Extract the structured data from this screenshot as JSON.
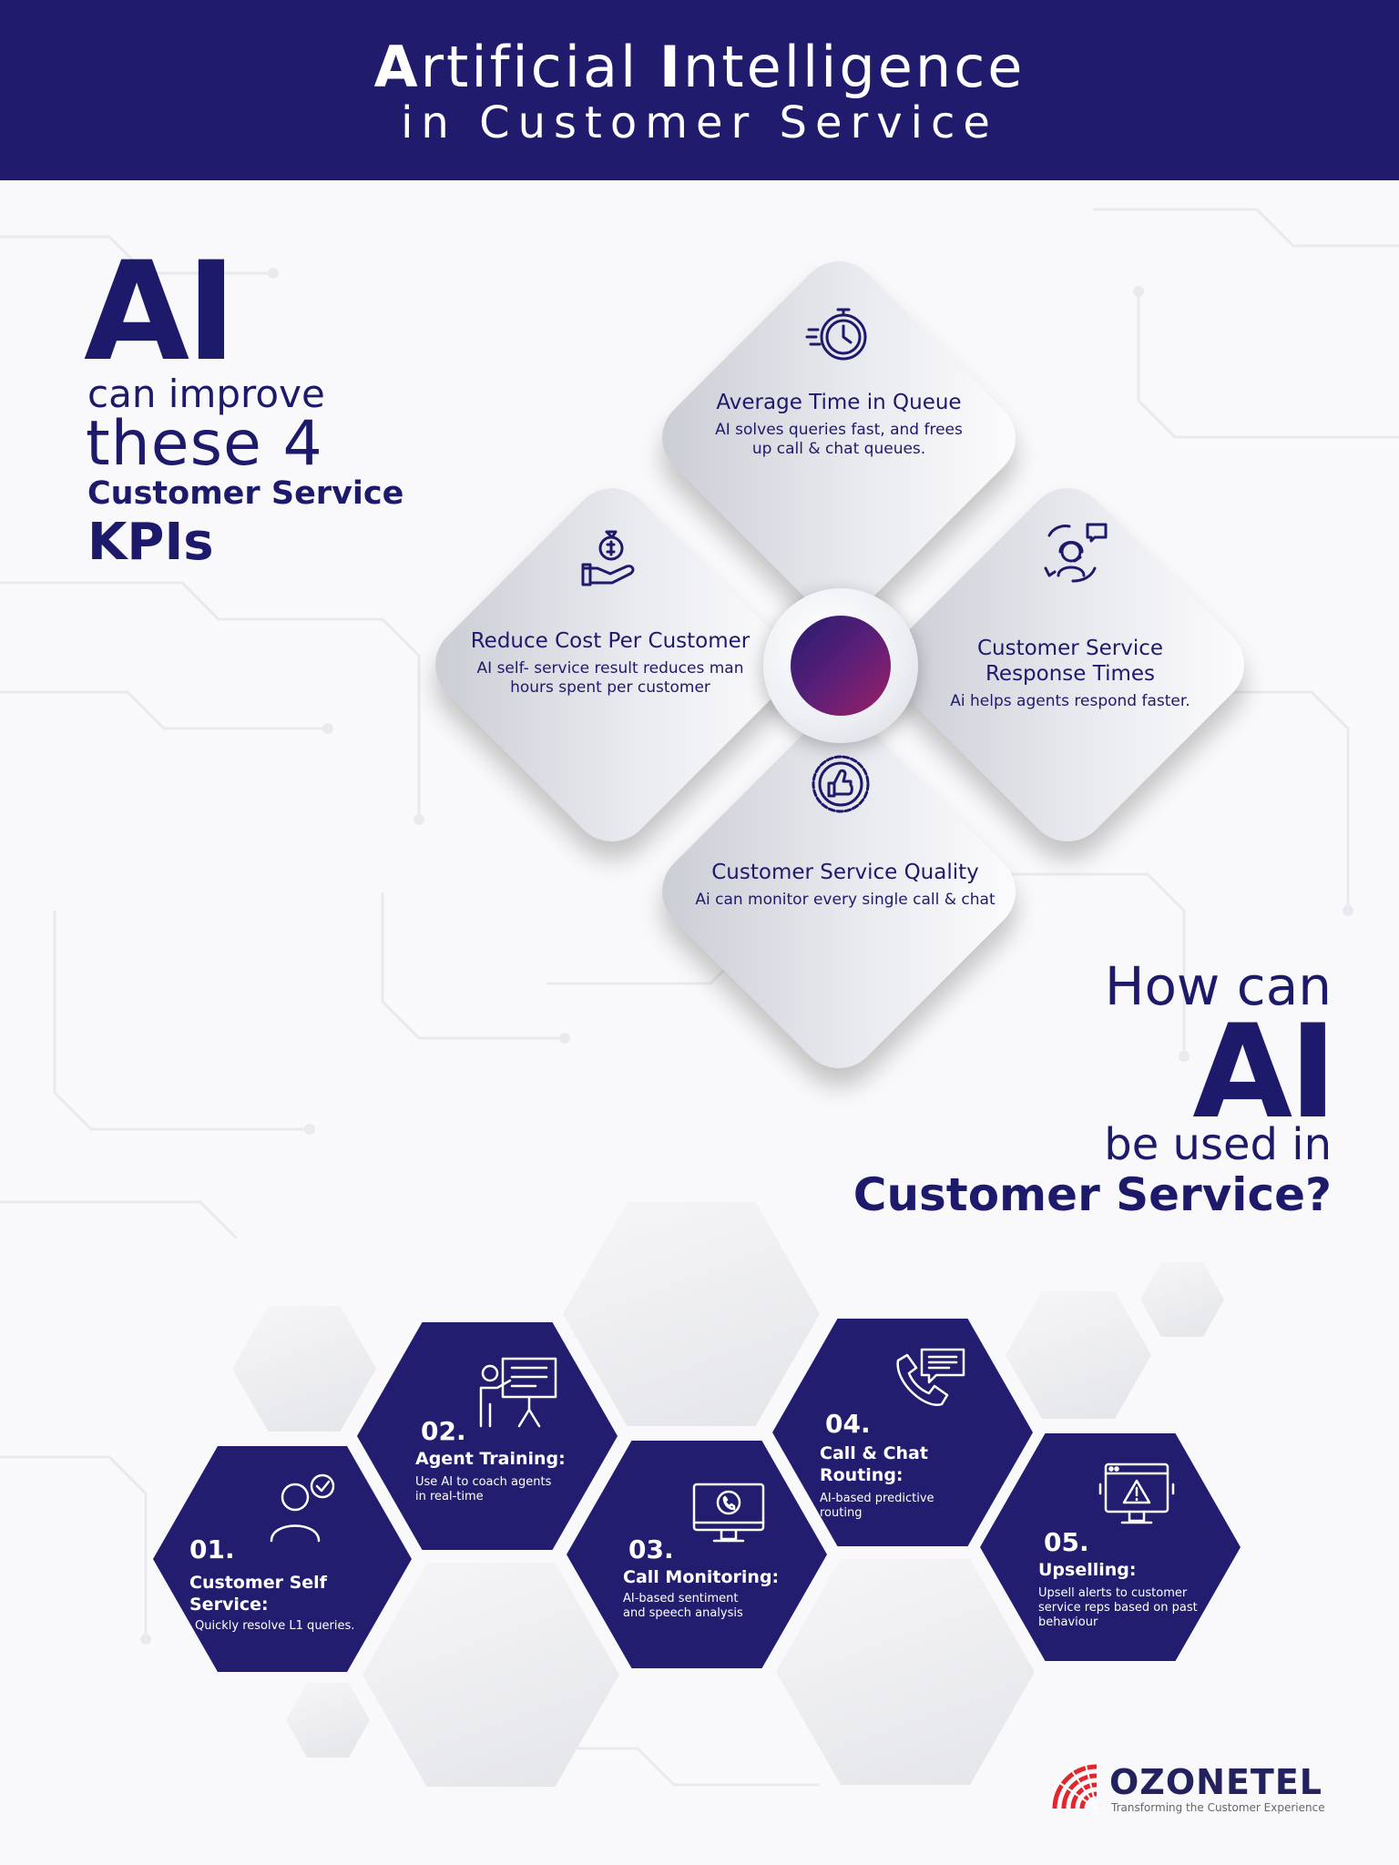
{
  "header": {
    "title_cap1": "A",
    "title_rest1": "rtificial ",
    "title_cap2": "I",
    "title_rest2": "ntelligence",
    "subtitle": "in Customer Service"
  },
  "kpi_heading": {
    "big": "AI",
    "line1": "can improve",
    "line2": "these 4",
    "line3": "Customer Service",
    "line4": "KPIs"
  },
  "kpis": [
    {
      "title": "Average Time in Queue",
      "desc": "AI solves queries fast, and frees up call & chat queues.",
      "icon": "stopwatch-icon"
    },
    {
      "title": "Reduce Cost Per Customer",
      "desc": "AI self- service result  reduces man hours spent per customer",
      "icon": "money-hand-icon"
    },
    {
      "title": "Customer Service Response Times",
      "desc": "Ai helps agents respond faster.",
      "icon": "headset-agent-icon"
    },
    {
      "title": "Customer Service Quality",
      "desc": "Ai can monitor every single  call & chat",
      "icon": "thumbs-up-badge-icon"
    }
  ],
  "usage_heading": {
    "line1": "How can",
    "big": "AI",
    "line2": "be used in",
    "line3": "Customer Service?"
  },
  "uses": [
    {
      "num": "01.",
      "title": "Customer Self Service:",
      "desc": "Quickly resolve L1 queries.",
      "icon": "person-check-icon"
    },
    {
      "num": "02.",
      "title": "Agent Training:",
      "desc": "Use AI to coach agents in real-time",
      "icon": "trainer-board-icon"
    },
    {
      "num": "03.",
      "title": "Call Monitoring:",
      "desc": "AI-based sentiment and speech analysis",
      "icon": "monitor-phone-icon"
    },
    {
      "num": "04.",
      "title": "Call & Chat Routing:",
      "desc": "AI-based predictive routing",
      "icon": "phone-chat-icon"
    },
    {
      "num": "05.",
      "title": "Upselling:",
      "desc": "Upsell alerts to customer service reps based on past behaviour",
      "icon": "monitor-alert-icon"
    }
  ],
  "logo": {
    "name": "OZONETEL",
    "tagline": "Transforming the Customer Experience"
  },
  "colors": {
    "navy": "#201b6c",
    "hub_start": "#251c6f",
    "hub_end": "#9b1f66",
    "logo_red": "#e2262c"
  }
}
